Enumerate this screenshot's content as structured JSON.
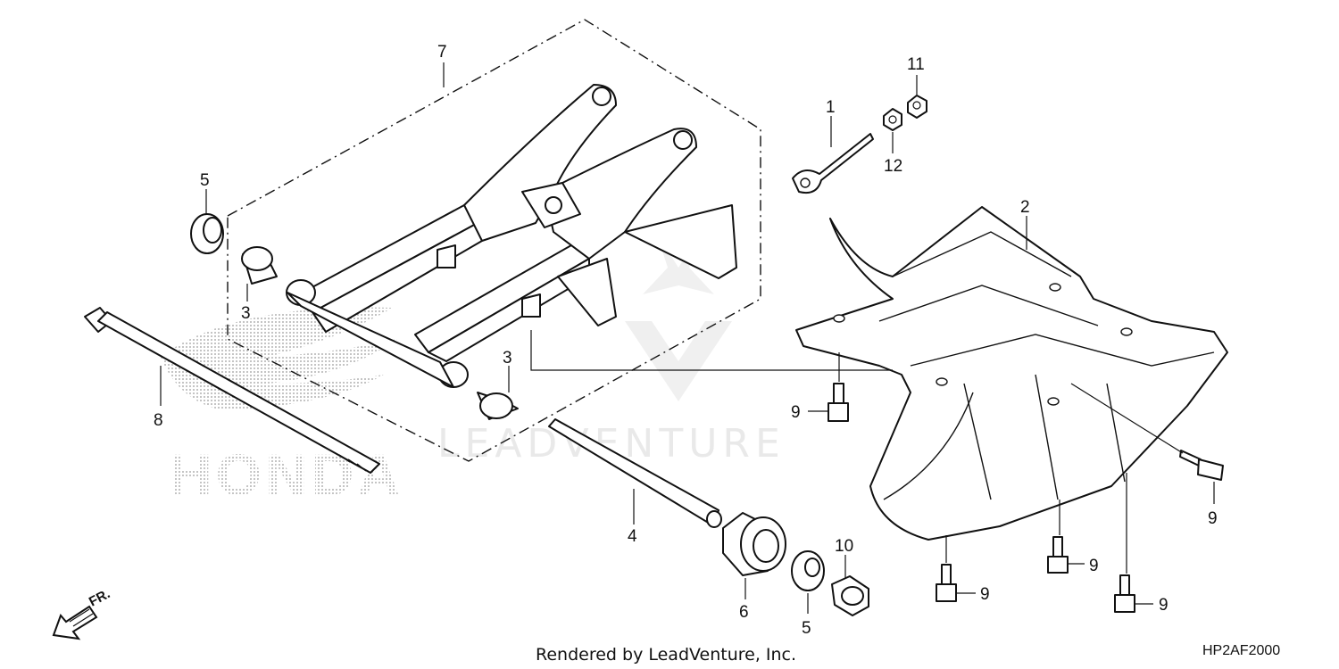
{
  "diagram": {
    "callouts": {
      "c1": "1",
      "c2": "2",
      "c3a": "3",
      "c3b": "3",
      "c4": "4",
      "c5a": "5",
      "c5b": "5",
      "c6": "6",
      "c7": "7",
      "c8": "8",
      "c9a": "9",
      "c9b": "9",
      "c9c": "9",
      "c9d": "9",
      "c9e": "9",
      "c10": "10",
      "c11": "11",
      "c12": "12"
    },
    "direction_label": "FR.",
    "brand_text": "HONDA",
    "watermark_text": "LEADVENTURE",
    "footer_text": "Rendered by LeadVenture, Inc.",
    "diagram_code": "HP2AF2000"
  }
}
